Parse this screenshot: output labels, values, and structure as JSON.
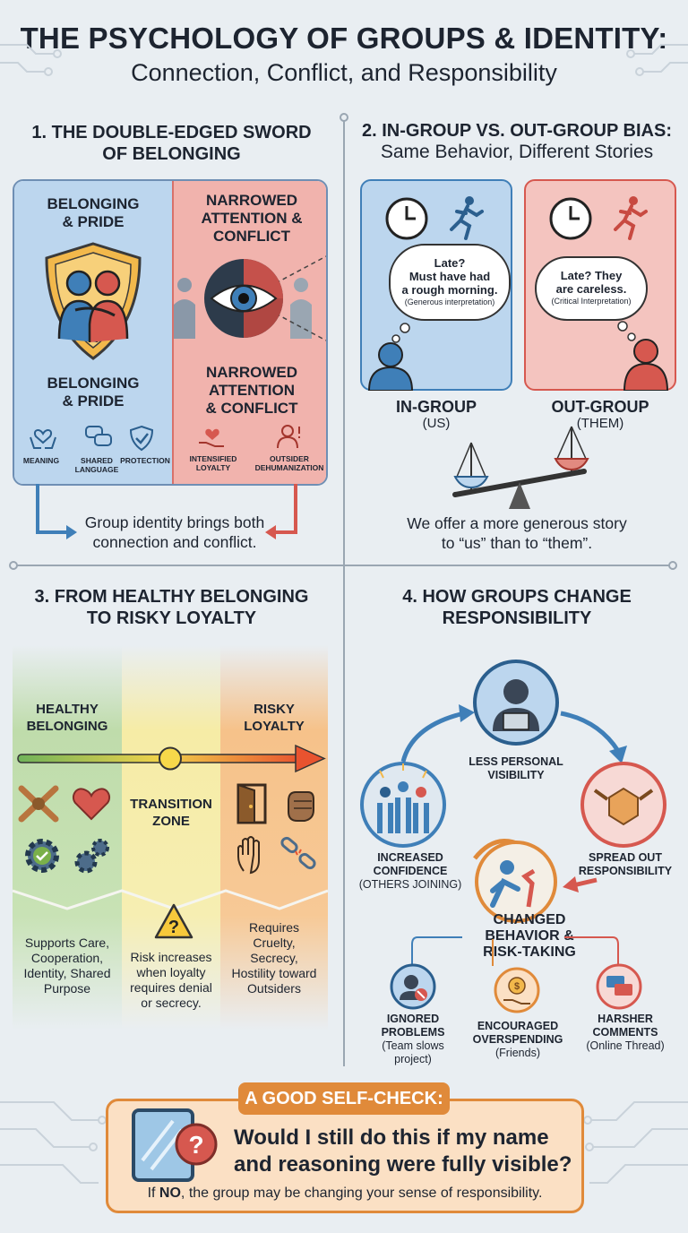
{
  "header": {
    "title": "THE PSYCHOLOGY OF GROUPS & IDENTITY:",
    "subtitle": "Connection, Conflict, and Responsibility"
  },
  "section1": {
    "title_line1": "1. THE DOUBLE-EDGED SWORD",
    "title_line2": "OF BELONGING",
    "left_head_top_1": "BELONGING",
    "left_head_top_2": "& PRIDE",
    "left_head_bottom_1": "BELONGING",
    "left_head_bottom_2": "& PRIDE",
    "right_head_top_1": "NARROWED",
    "right_head_top_2": "ATTENTION &",
    "right_head_top_3": "CONFLICT",
    "right_head_bottom_1": "NARROWED",
    "right_head_bottom_2": "ATTENTION",
    "right_head_bottom_3": "& CONFLICT",
    "left_icons": [
      {
        "label": "MEANING",
        "icon": "hands-heart-icon"
      },
      {
        "label": "SHARED LANGUAGE",
        "icon": "speech-bubbles-icon"
      },
      {
        "label": "PROTECTION",
        "icon": "shield-check-icon"
      }
    ],
    "right_icons": [
      {
        "label": "INTENSIFIED LOYALTY",
        "icon": "hand-heart-icon"
      },
      {
        "label": "OUTSIDER DEHUMANIZATION",
        "icon": "warning-person-icon"
      }
    ],
    "caption_line1": "Group identity brings both",
    "caption_line2": "connection and conflict."
  },
  "section2": {
    "title": "2. IN-GROUP VS. OUT-GROUP BIAS:",
    "subtitle": "Same Behavior, Different Stories",
    "in_thought_1": "Late?",
    "in_thought_2": "Must have had",
    "in_thought_3": "a rough morning.",
    "in_thought_note": "(Generous interpretation)",
    "out_thought_1": "Late? They",
    "out_thought_2": "are careless.",
    "out_thought_note": "(Critical Interpretation)",
    "in_label": "IN-GROUP",
    "in_sub": "(US)",
    "out_label": "OUT-GROUP",
    "out_sub": "(THEM)",
    "caption_line1": "We offer a more generous story",
    "caption_line2": "to “us” than to “them”.",
    "colors": {
      "in": "#bcd6ee",
      "out": "#f4c4bf"
    }
  },
  "section3": {
    "title_line1": "3. FROM HEALTHY BELONGING",
    "title_line2": "TO RISKY LOYALTY",
    "left_head_1": "HEALTHY",
    "left_head_2": "BELONGING",
    "mid_head_1": "TRANSITION",
    "mid_head_2": "ZONE",
    "right_head_1": "RISKY",
    "right_head_2": "LOYALTY",
    "left_text": [
      "Supports Care,",
      "Cooperation,",
      "Identity, Shared",
      "Purpose"
    ],
    "mid_text": [
      "Risk increases",
      "when loyalty",
      "requires denial",
      "or secrecy."
    ],
    "right_text": [
      "Requires",
      "Cruelty,",
      "Secrecy,",
      "Hostility toward",
      "Outsiders"
    ],
    "warning_glyph": "?"
  },
  "section4": {
    "title_line1": "4. HOW GROUPS CHANGE",
    "title_line2": "RESPONSIBILITY",
    "top_label_1": "LESS PERSONAL",
    "top_label_2": "VISIBILITY",
    "left_label_1": "INCREASED",
    "left_label_2": "CONFIDENCE",
    "left_sub": "(OTHERS JOINING)",
    "right_label_1": "SPREAD OUT",
    "right_label_2": "RESPONSIBILITY",
    "center_label_1": "CHANGED",
    "center_label_2": "BEHAVIOR &",
    "center_label_3": "RISK-TAKING",
    "outcomes": [
      {
        "l1": "IGNORED",
        "l2": "PROBLEMS",
        "s1": "(Team slows",
        "s2": "project)"
      },
      {
        "l1": "ENCOURAGED",
        "l2": "OVERSPENDING",
        "s1": "(Friends)",
        "s2": ""
      },
      {
        "l1": "HARSHER",
        "l2": "COMMENTS",
        "s1": "(Online Thread)",
        "s2": ""
      }
    ]
  },
  "selfcheck": {
    "badge": "A GOOD SELF-CHECK:",
    "question_1": "Would I still do this if my name",
    "question_2": "and reasoning were fully visible?",
    "footer_prefix": "If ",
    "footer_no": "NO",
    "footer_rest": ", the group may be changing your sense of responsibility."
  }
}
